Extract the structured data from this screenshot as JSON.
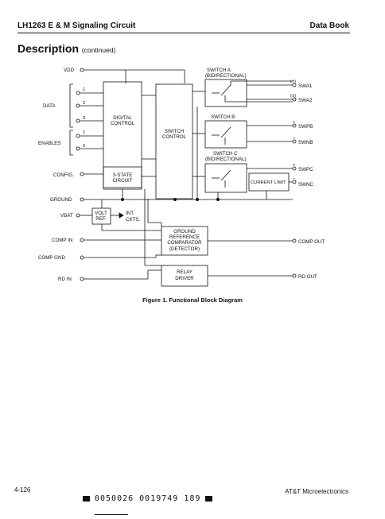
{
  "header": {
    "doc_title": "LH1263 E & M Signaling Circuit",
    "book": "Data Book"
  },
  "section": {
    "title": "Description",
    "continued": "(continued)"
  },
  "diagram": {
    "inputs": {
      "vdd": "VDD",
      "data": "DATA",
      "enables": "ENABLES",
      "config": "CONFIG.",
      "ground": "GROUND",
      "vbat": "VBAT",
      "comp_in": "COMP IN",
      "comp_gnd": "COMP GND",
      "rd_in": "RD IN"
    },
    "pins": {
      "p1": "1",
      "p2": "2",
      "p3": "3",
      "p4": "1",
      "p5": "2"
    },
    "blocks": {
      "digital_control": [
        "DIGITAL",
        "CONTROL"
      ],
      "switch_control": [
        "SWITCH",
        "CONTROL"
      ],
      "three_state": [
        "3-STATE",
        "CIRCUIT"
      ],
      "volt_ref": [
        "VOLT",
        "REF."
      ],
      "int_ckts": [
        "INT.",
        "CKTS."
      ],
      "ground_ref": [
        "GROUND",
        "REFERENCE",
        "COMPARATOR",
        "(DETECTOR)"
      ],
      "relay_driver": [
        "RELAY",
        "DRIVER"
      ],
      "current_limit": "CURRENT LIMIT"
    },
    "switches": {
      "a": [
        "SWITCH A",
        "(BIDIRECTIONAL)"
      ],
      "b": "SWITCH B",
      "c": [
        "SWITCH C",
        "(BIDIRECTIONAL)"
      ]
    },
    "outputs": {
      "swa1": "SWA1",
      "swa2": "SWA2",
      "swpb": "SWPB",
      "swnb": "SWNB",
      "swpc": "SWPC",
      "swnc": "SWNC",
      "comp_out": "COMP OUT",
      "rd_out": "RD OUT"
    },
    "polarity": {
      "pm": "(±)",
      "plus": "+",
      "minus": "−"
    }
  },
  "caption": "Figure 1. Functional Block Diagram",
  "footer": {
    "page": "4-126",
    "company": "AT&T Microelectronics",
    "barcode": "0050026 0019749 189"
  }
}
